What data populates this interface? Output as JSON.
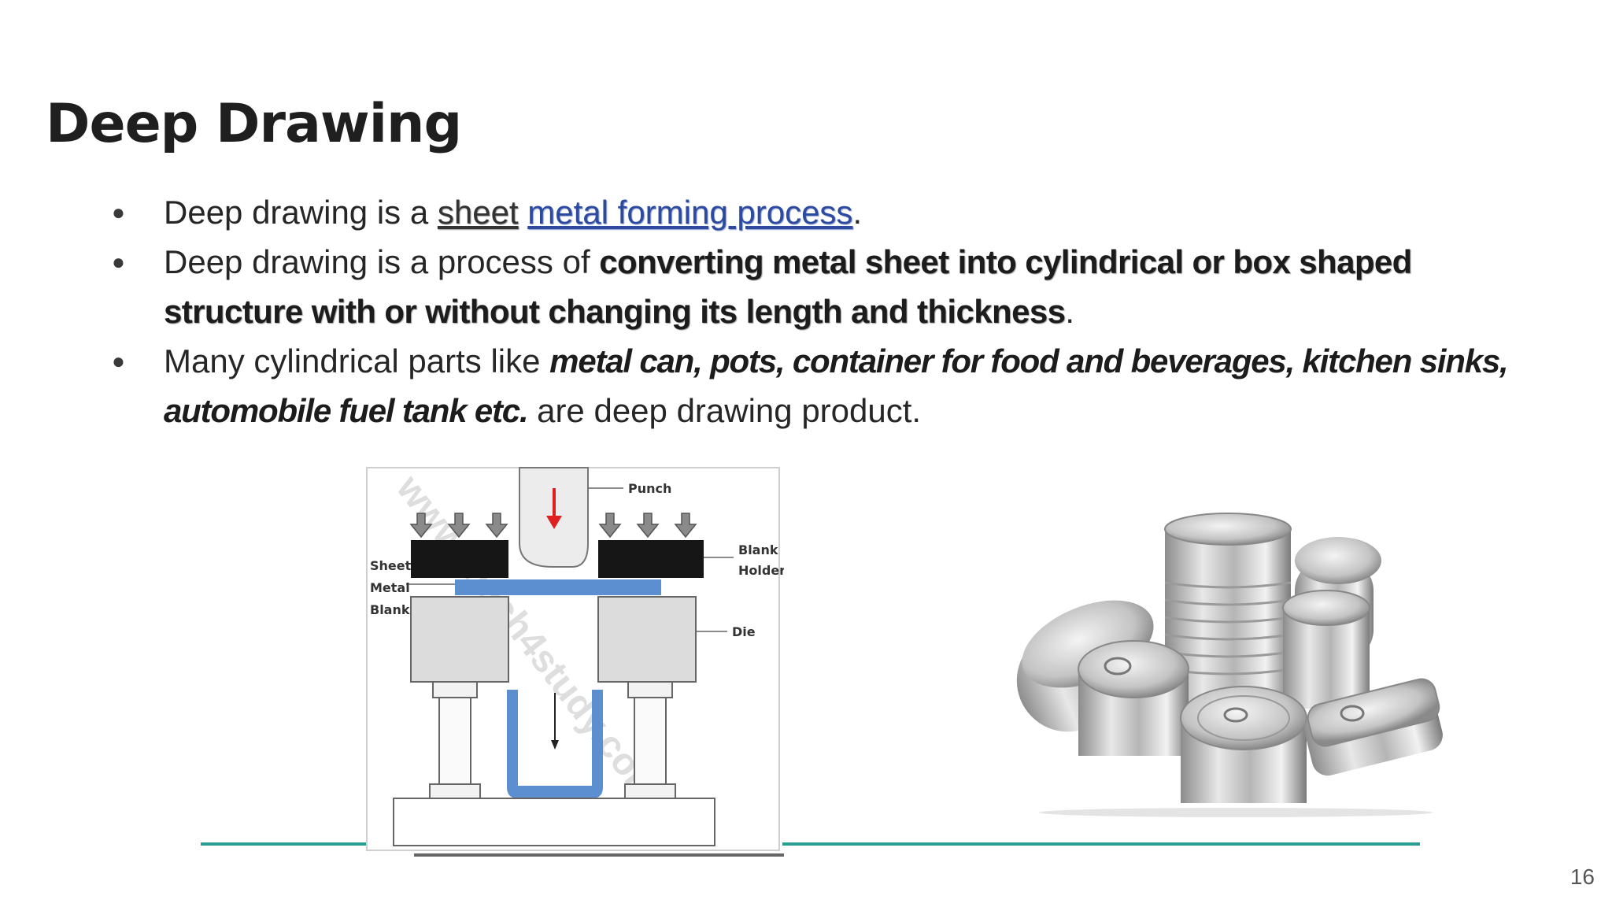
{
  "slide": {
    "title": "Deep Drawing",
    "page_number": "16"
  },
  "bullets": [
    {
      "pre": "Deep drawing is a ",
      "link_a": "sheet",
      "link_b": "metal forming process",
      "post": "."
    },
    {
      "pre": "Deep drawing is a process of ",
      "bold": "converting metal sheet into cylindrical or box shaped structure with or without changing its length and thickness",
      "post": "."
    },
    {
      "pre": " Many cylindrical parts like ",
      "bold_italic": "metal can, pots, container for food and beverages, kitchen sinks, automobile fuel tank etc.",
      "post": " are deep drawing product."
    }
  ],
  "diagram": {
    "labels": {
      "punch": "Punch",
      "blank_holder_1": "Blank",
      "blank_holder_2": "Holder",
      "die": "Die",
      "sheet_1": "Sheet",
      "sheet_2": "Metal",
      "sheet_3": "Blank"
    },
    "watermark": "www.mech4study.com"
  },
  "colors": {
    "accent_rule": "#2a9d91",
    "blank_blue": "#5b8fd0",
    "arrow_red": "#e02020",
    "link_blue": "#2b4aa0"
  }
}
